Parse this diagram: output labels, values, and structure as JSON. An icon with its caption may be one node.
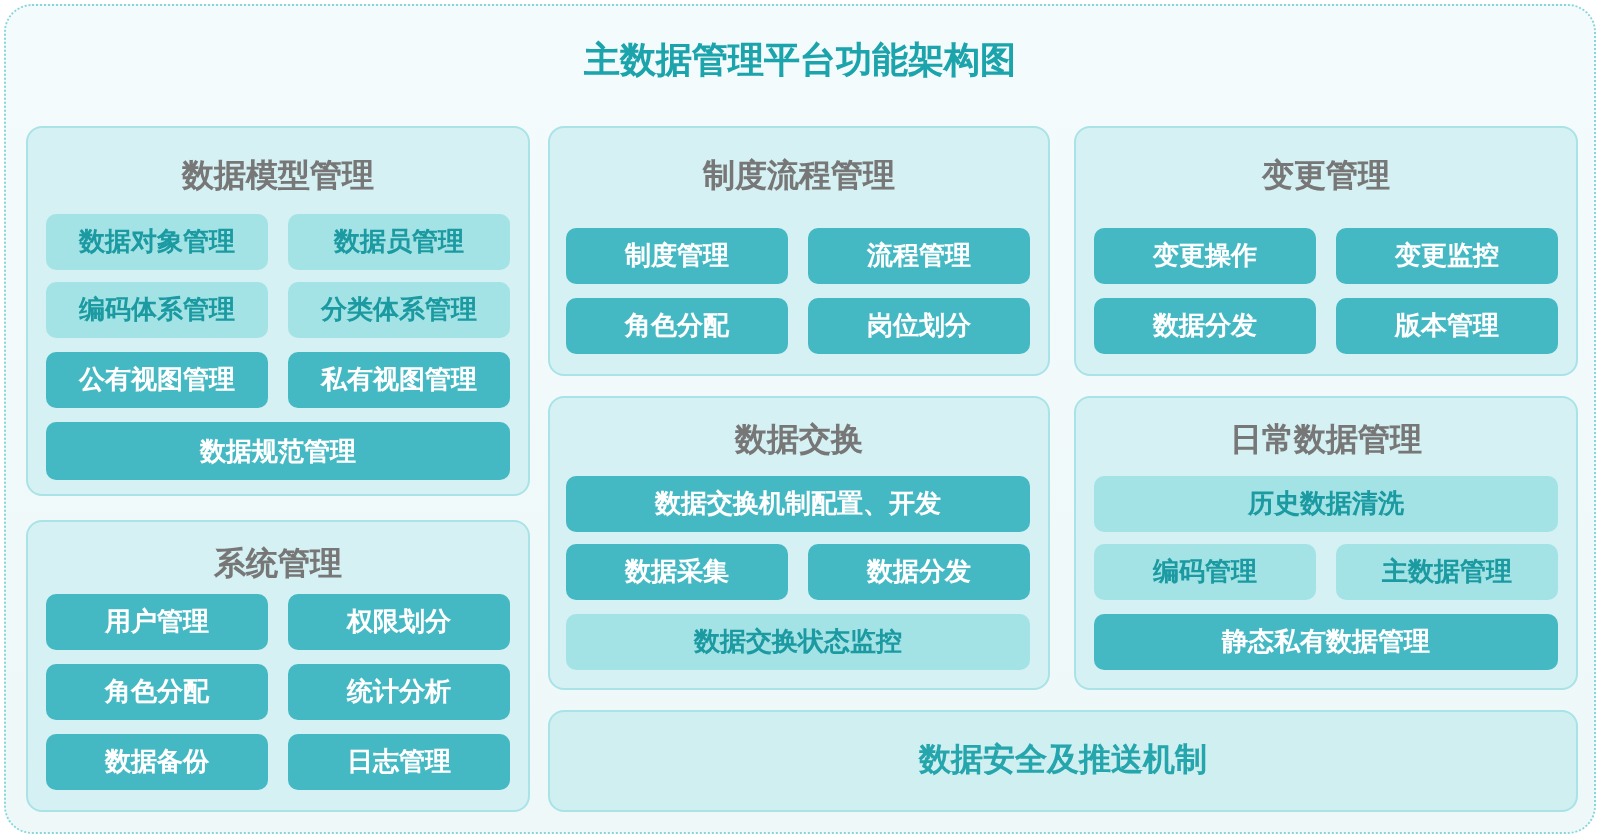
{
  "diagram": {
    "title": "主数据管理平台功能架构图",
    "nodes": [
      {
        "text": [
          "数据模型管理"
        ]
      },
      {
        "text": [
          "数据对象管理"
        ],
        "in": 0
      },
      {
        "text": [
          "数据员管理"
        ],
        "in": 0
      },
      {
        "text": [
          "编码体系管理"
        ],
        "in": 0
      },
      {
        "text": [
          "分类体系管理"
        ],
        "in": 0
      },
      {
        "text": [
          "公有视图管理"
        ],
        "in": 0
      },
      {
        "text": [
          "私有视图管理"
        ],
        "in": 0
      },
      {
        "text": [
          "数据规范管理"
        ],
        "in": 0
      },
      {
        "text": [
          "制度流程管理"
        ]
      },
      {
        "text": [
          "制度管理"
        ],
        "in": 8
      },
      {
        "text": [
          "流程管理"
        ],
        "in": 8
      },
      {
        "text": [
          "角色分配"
        ],
        "in": 8
      },
      {
        "text": [
          "岗位划分"
        ],
        "in": 8
      },
      {
        "text": [
          "变更管理"
        ]
      },
      {
        "text": [
          "变更操作"
        ],
        "in": 13
      },
      {
        "text": [
          "变更监控"
        ],
        "in": 13
      },
      {
        "text": [
          "数据分发"
        ],
        "in": 13
      },
      {
        "text": [
          "版本管理"
        ],
        "in": 13
      },
      {
        "text": [
          "数据交换"
        ]
      },
      {
        "text": [
          "数据交换机制配置、开发"
        ],
        "in": 18
      },
      {
        "text": [
          "数据采集"
        ],
        "in": 18
      },
      {
        "text": [
          "数据分发"
        ],
        "in": 18
      },
      {
        "text": [
          "数据交换状态监控"
        ],
        "in": 18
      },
      {
        "text": [
          "日常数据管理"
        ]
      },
      {
        "text": [
          "历史数据清洗"
        ],
        "in": 23
      },
      {
        "text": [
          "编码管理"
        ],
        "in": 23
      },
      {
        "text": [
          "主数据管理"
        ],
        "in": 23
      },
      {
        "text": [
          "静态私有数据管理"
        ],
        "in": 23
      },
      {
        "text": [
          "系统管理"
        ]
      },
      {
        "text": [
          "用户管理"
        ],
        "in": 28
      },
      {
        "text": [
          "权限划分"
        ],
        "in": 28
      },
      {
        "text": [
          "角色分配"
        ],
        "in": 28
      },
      {
        "text": [
          "统计分析"
        ],
        "in": 28
      },
      {
        "text": [
          "数据备份"
        ],
        "in": 28
      },
      {
        "text": [
          "日志管理"
        ],
        "in": 28
      },
      {
        "text": [
          "数据安全及推送机制"
        ]
      }
    ]
  }
}
